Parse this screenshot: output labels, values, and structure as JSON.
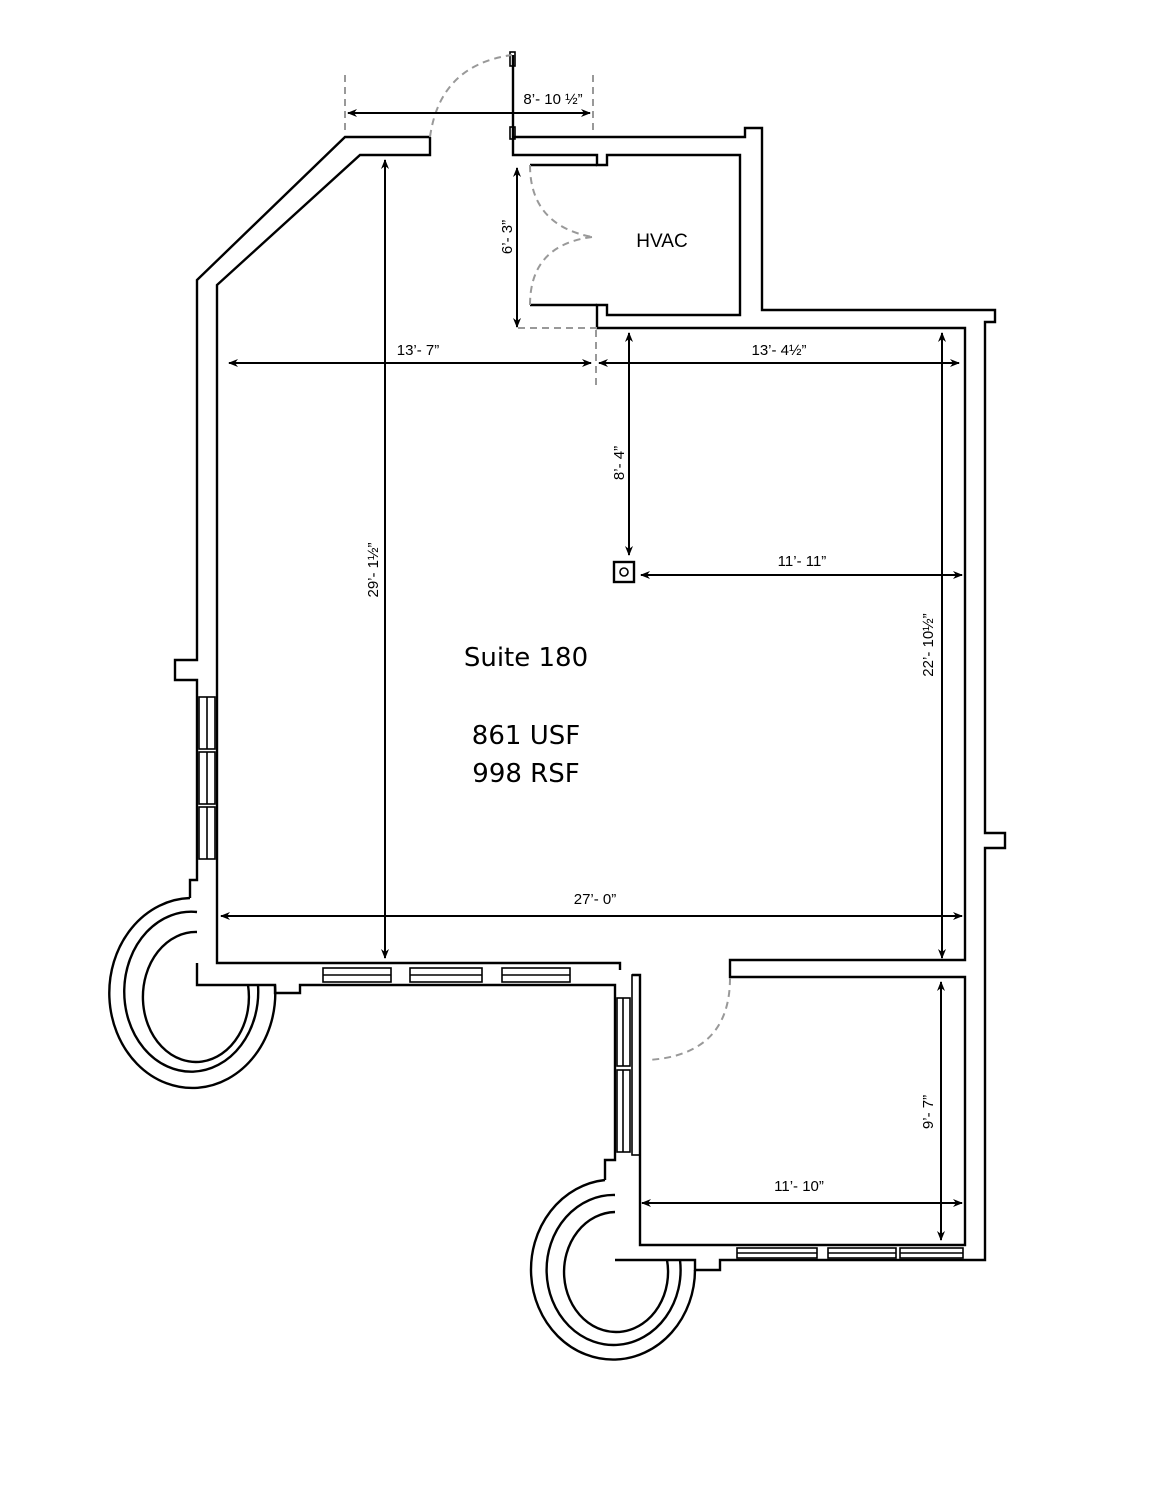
{
  "suite": {
    "name": "Suite 180",
    "usf": "861 USF",
    "rsf": "998 RSF"
  },
  "rooms": {
    "hvac": "HVAC"
  },
  "dimensions": {
    "entry_width": "8’- 10 ½”",
    "hvac_depth": "6’- 3”",
    "west_width": "13’- 7”",
    "east_width": "13’- 4½”",
    "column_from_wall": "8’- 4”",
    "column_to_east": "11’- 11”",
    "overall_depth": "29’- 1½”",
    "east_depth": "22’- 10½”",
    "overall_width": "27’- 0”",
    "office_depth": "9’- 7”",
    "office_width": "11’- 10”"
  }
}
